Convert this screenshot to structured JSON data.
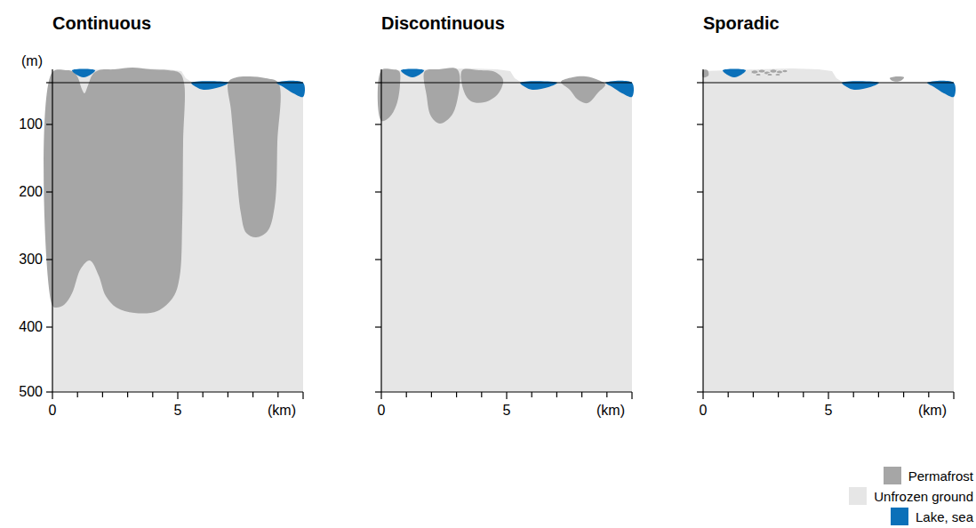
{
  "diagram": {
    "nodes": [
      {
        "text": [
          "Continuous"
        ]
      },
      {
        "text": [
          "Discontinuous"
        ]
      },
      {
        "text": [
          "Sporadic"
        ]
      }
    ],
    "labels": [
      "(m)",
      "100",
      "200",
      "300",
      "400",
      "500",
      "0",
      "5",
      "(km)",
      "0",
      "5",
      "(km)",
      "0",
      "5",
      "(km)"
    ],
    "legend": [
      {
        "text": "Permafrost",
        "color": "#a6a6a6"
      },
      {
        "text": "Unfrozen ground",
        "color": "#e6e6e6"
      },
      {
        "text": "Lake, sea",
        "color": "#0b70b9"
      }
    ]
  }
}
